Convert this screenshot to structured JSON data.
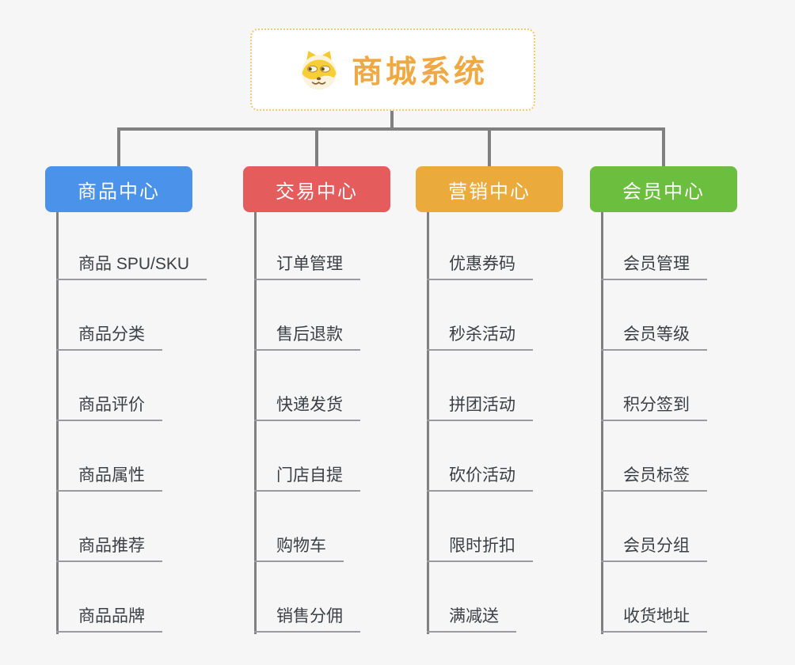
{
  "root": {
    "title": "商城系统",
    "icon": "dog-face-icon"
  },
  "columns": [
    {
      "label": "商品中心",
      "color": "#4b92ea",
      "items": [
        "商品 SPU/SKU",
        "商品分类",
        "商品评价",
        "商品属性",
        "商品推荐",
        "商品品牌"
      ]
    },
    {
      "label": "交易中心",
      "color": "#e45c5c",
      "items": [
        "订单管理",
        "售后退款",
        "快递发货",
        "门店自提",
        "购物车",
        "销售分佣"
      ]
    },
    {
      "label": "营销中心",
      "color": "#ebaa3c",
      "items": [
        "优惠券码",
        "秒杀活动",
        "拼团活动",
        "砍价活动",
        "限时折扣",
        "满减送"
      ]
    },
    {
      "label": "会员中心",
      "color": "#6cbe3e",
      "items": [
        "会员管理",
        "会员等级",
        "积分签到",
        "会员标签",
        "会员分组",
        "收货地址"
      ]
    }
  ],
  "colors": {
    "background": "#f6f6f6",
    "connector": "#808080",
    "underline": "#9a9b9e",
    "item_text": "#3b4045",
    "root_text": "#efa944",
    "root_border": "#f5c878"
  }
}
